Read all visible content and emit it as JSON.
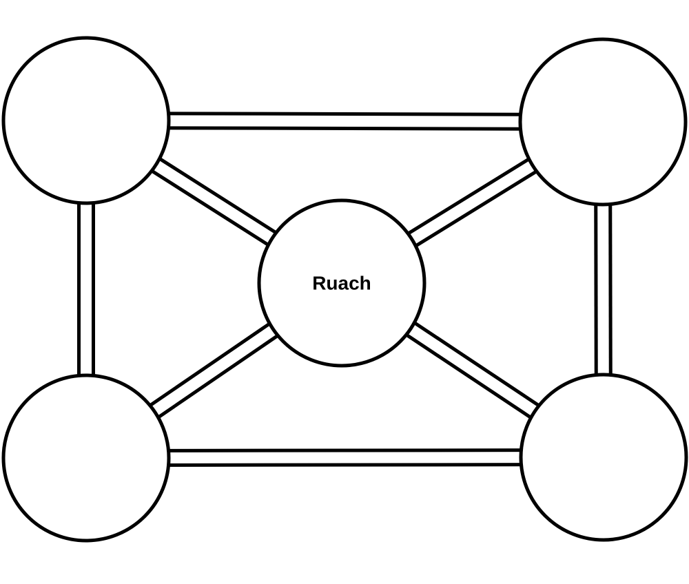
{
  "diagram": {
    "nodes": [
      {
        "id": "top-left",
        "label": ""
      },
      {
        "id": "top-right",
        "label": ""
      },
      {
        "id": "center",
        "label": "Ruach"
      },
      {
        "id": "bottom-left",
        "label": ""
      },
      {
        "id": "bottom-right",
        "label": ""
      }
    ],
    "edges": [
      {
        "from": "top-left",
        "to": "top-right"
      },
      {
        "from": "bottom-left",
        "to": "bottom-right"
      },
      {
        "from": "top-left",
        "to": "bottom-left"
      },
      {
        "from": "top-right",
        "to": "bottom-right"
      },
      {
        "from": "top-left",
        "to": "center"
      },
      {
        "from": "top-right",
        "to": "center"
      },
      {
        "from": "bottom-left",
        "to": "center"
      },
      {
        "from": "bottom-right",
        "to": "center"
      }
    ],
    "colors": {
      "line": "#000000",
      "fill": "#ffffff"
    }
  }
}
